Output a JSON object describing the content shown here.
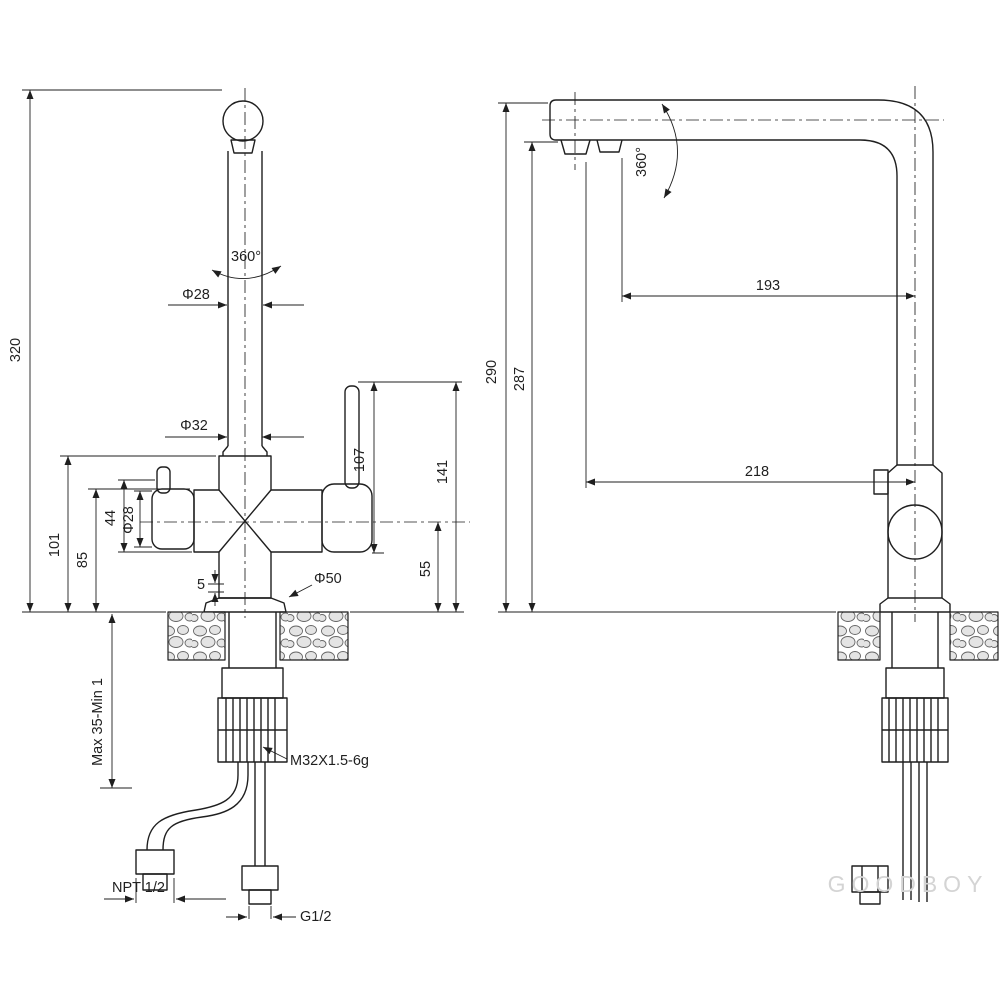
{
  "page": {
    "line_color": "#1f1f1f",
    "watermark_color": "#d4d4d4",
    "watermark": "GOODBOY"
  },
  "front_view": {
    "labels": {
      "height_320": "320",
      "dim_101": "101",
      "dim_85": "85",
      "dim_44": "44",
      "phi28_handle": "Φ28",
      "dim_5": "5",
      "swivel_360": "360°",
      "phi28_spout": "Φ28",
      "phi32": "Φ32",
      "phi50": "Φ50",
      "dim_107": "107",
      "dim_141": "141",
      "dim_55": "55",
      "counter_thickness": "Max 35-Min 1",
      "thread_spec": "M32X1.5-6g",
      "npt_fitting": "NPT 1/2",
      "g_fitting": "G1/2"
    }
  },
  "side_view": {
    "labels": {
      "swivel_360": "360°",
      "dim_193": "193",
      "dim_290": "290",
      "dim_287": "287",
      "dim_218": "218"
    }
  }
}
